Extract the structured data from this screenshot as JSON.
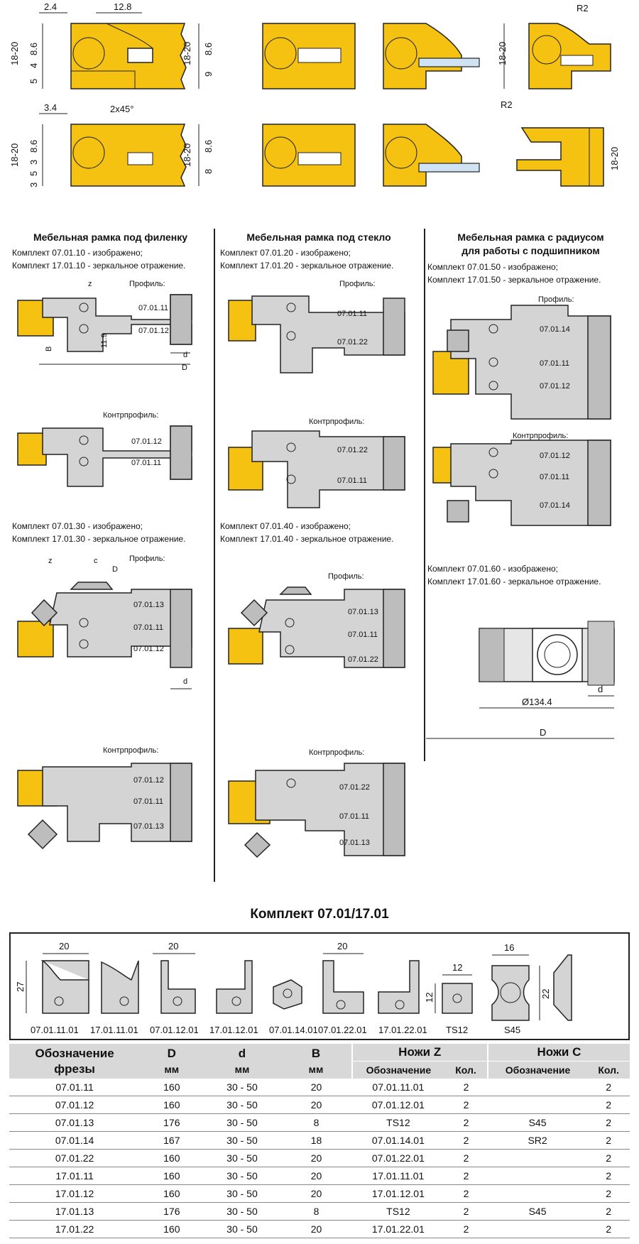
{
  "top_dims": {
    "row1": [
      "2.4",
      "12.8",
      "18-20",
      "8.6",
      "4",
      "5",
      "18-20",
      "8.6",
      "9",
      "R2",
      "18-20"
    ],
    "row2": [
      "3.4",
      "2x45°",
      "18-20",
      "8.6",
      "3",
      "5",
      "3",
      "18-20",
      "8.6",
      "8",
      "R2",
      "18-20"
    ]
  },
  "col1": {
    "title": "Мебельная рамка под филенку",
    "kit_a": [
      "Комплект  07.01.10 - изображено;",
      "Комплект  17.01.10 - зеркальное отражение."
    ],
    "kit_b": [
      "Комплект  07.01.30 - изображено;",
      "Комплект  17.01.30 - зеркальное отражение."
    ],
    "profile": "Профиль:",
    "counter": "Контрпрофиль:",
    "labels_a": [
      "07.01.11",
      "07.01.12"
    ],
    "labels_a2": [
      "07.01.12",
      "07.01.11"
    ],
    "labels_b": [
      "07.01.13",
      "07.01.11",
      "07.01.12"
    ],
    "labels_b2": [
      "07.01.12",
      "07.01.11",
      "07.01.13"
    ],
    "dims": {
      "z": "z",
      "B": "B",
      "h": "11.9",
      "d": "d",
      "D": "D",
      "c": "c"
    }
  },
  "col2": {
    "title": "Мебельная рамка под стекло",
    "kit_a": [
      "Комплект  07.01.20 - изображено;",
      "Комплект  17.01.20 - зеркальное отражение."
    ],
    "kit_b": [
      "Комплект  07.01.40 - изображено;",
      "Комплект  17.01.40 - зеркальное отражение."
    ],
    "profile": "Профиль:",
    "counter": "Контрпрофиль:",
    "labels_a": [
      "07.01.11",
      "07.01.22"
    ],
    "labels_a2": [
      "07.01.22",
      "07.01.11"
    ],
    "labels_b": [
      "07.01.13",
      "07.01.11",
      "07.01.22"
    ],
    "labels_b2": [
      "07.01.22",
      "07.01.11",
      "07.01.13"
    ]
  },
  "col3": {
    "title": [
      "Мебельная рамка с радиусом",
      "для работы с подшипником"
    ],
    "kit_a": [
      "Комплект  07.01.50 - изображено;",
      "Комплект  17.01.50 - зеркальное отражение."
    ],
    "kit_b": [
      "Комплект  07.01.60 - изображено;",
      "Комплект  17.01.60 - зеркальное отражение."
    ],
    "profile": "Профиль:",
    "counter": "Контрпрофиль:",
    "labels_a": [
      "07.01.14",
      "07.01.11",
      "07.01.12"
    ],
    "labels_a2": [
      "07.01.12",
      "07.01.11",
      "07.01.14"
    ],
    "dims": {
      "diam": "Ø134.4",
      "d": "d",
      "D": "D"
    }
  },
  "kit_title": "Комплект  07.01/17.01",
  "knives": [
    {
      "label": "07.01.11.01"
    },
    {
      "label": "17.01.11.01"
    },
    {
      "label": "07.01.12.01"
    },
    {
      "label": "17.01.12.01"
    },
    {
      "label": "07.01.14.01"
    },
    {
      "label": "07.01.22.01"
    },
    {
      "label": "17.01.22.01"
    },
    {
      "label": "TS12"
    },
    {
      "label": "S45"
    }
  ],
  "knife_dims": [
    "20",
    "27",
    "20",
    "20",
    "12",
    "12",
    "16",
    "22"
  ],
  "table": {
    "h_designation": "Обозначение",
    "h_designation2": "фрезы",
    "h_D": "D",
    "h_d": "d",
    "h_B": "B",
    "h_unit": "мм",
    "h_knivesZ": "Ножи Z",
    "h_knivesC": "Ножи C",
    "h_sub_des": "Обозначение",
    "h_sub_qty": "Кол.",
    "rows": [
      [
        "07.01.11",
        "160",
        "30 - 50",
        "20",
        "07.01.11.01",
        "2",
        "",
        "2"
      ],
      [
        "07.01.12",
        "160",
        "30 - 50",
        "20",
        "07.01.12.01",
        "2",
        "",
        "2"
      ],
      [
        "07.01.13",
        "176",
        "30 - 50",
        "8",
        "TS12",
        "2",
        "S45",
        "2"
      ],
      [
        "07.01.14",
        "167",
        "30 - 50",
        "18",
        "07.01.14.01",
        "2",
        "SR2",
        "2"
      ],
      [
        "07.01.22",
        "160",
        "30 - 50",
        "20",
        "07.01.22.01",
        "2",
        "",
        "2"
      ],
      [
        "17.01.11",
        "160",
        "30 - 50",
        "20",
        "17.01.11.01",
        "2",
        "",
        "2"
      ],
      [
        "17.01.12",
        "160",
        "30 - 50",
        "20",
        "17.01.12.01",
        "2",
        "",
        "2"
      ],
      [
        "17.01.13",
        "176",
        "30 - 50",
        "8",
        "TS12",
        "2",
        "S45",
        "2"
      ],
      [
        "17.01.22",
        "160",
        "30 - 50",
        "20",
        "17.01.22.01",
        "2",
        "",
        "2"
      ]
    ]
  }
}
